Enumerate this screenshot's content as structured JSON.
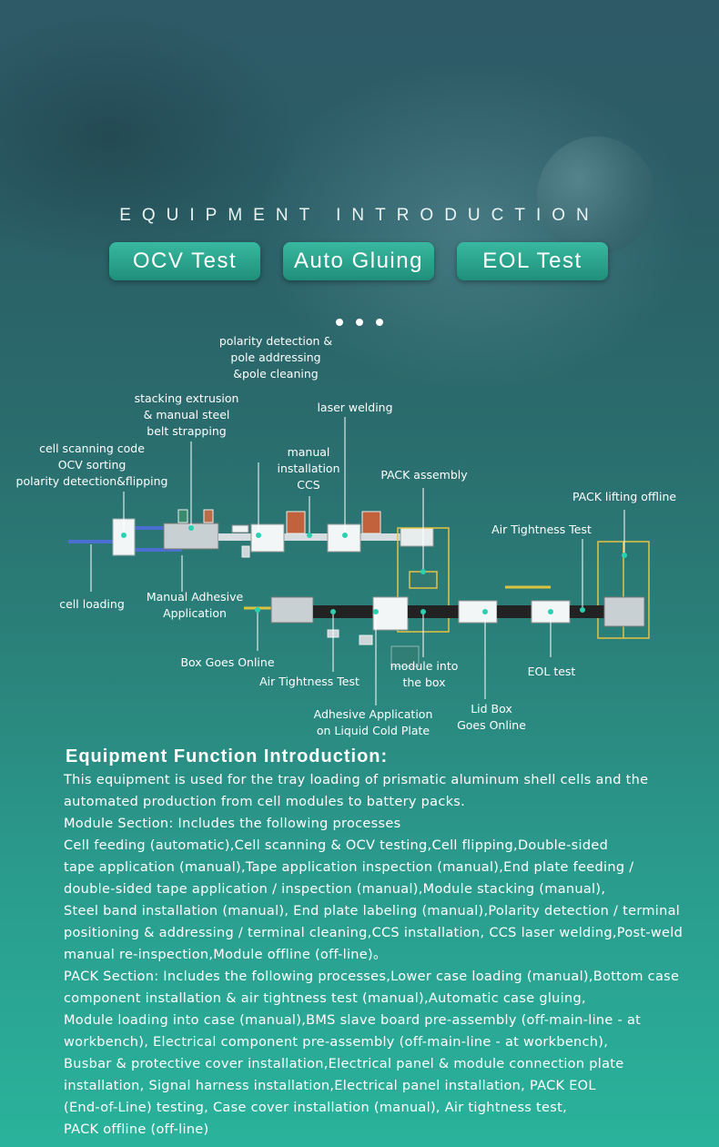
{
  "header": {
    "title": "EQUIPMENT INTRODUCTION",
    "buttons": [
      "OCV Test",
      "Auto Gluing",
      "EOL Test"
    ]
  },
  "diagram": {
    "labels": {
      "polarity_detection": "polarity detection &\npole addressing\n&pole cleaning",
      "stacking_extrusion": "stacking extrusion\n& manual steel\nbelt strapping",
      "laser_welding": "laser welding",
      "cell_scanning": "cell scanning code\nOCV sorting\npolarity detection&flipping",
      "manual_ccs": "manual\ninstallation\nCCS",
      "pack_assembly": "PACK assembly",
      "pack_lifting": "PACK lifting offline",
      "air_tightness_top": "Air Tightness Test",
      "cell_loading": "cell loading",
      "manual_adhesive": "Manual Adhesive\nApplication",
      "box_online": "Box Goes Online",
      "air_tightness_bottom": "Air Tightness Test",
      "module_into_box": "module into\nthe box",
      "eol_test": "EOL test",
      "adhesive_cold_plate": "Adhesive Application\non Liquid Cold Plate",
      "lid_box": "Lid Box\nGoes Online"
    }
  },
  "intro": {
    "title": "Equipment Function Introduction:",
    "lines": [
      "This equipment is used for the tray loading of prismatic aluminum shell cells and the",
      "automated production from cell modules to battery packs.",
      "Module Section: Includes the following processes",
      " Cell feeding (automatic),Cell scanning & OCV testing,Cell flipping,Double-sided",
      "tape application (manual),Tape application inspection (manual),End plate feeding /",
      "double-sided tape application / inspection (manual),Module stacking (manual),",
      " Steel band installation (manual), End plate labeling (manual),Polarity detection / terminal",
      "positioning & addressing / terminal cleaning,CCS installation, CCS laser welding,Post-weld",
      "manual re-inspection,Module offline (off-line)。",
      "PACK Section: Includes the following processes,Lower case loading (manual),Bottom case",
      "component installation & air tightness test (manual),Automatic case gluing,",
      "Module loading into case (manual),BMS slave board pre-assembly (off-main-line - at",
      "workbench), Electrical component pre-assembly (off-main-line - at workbench),",
      "Busbar & protective cover installation,Electrical panel & module connection plate",
      "installation, Signal harness installation,Electrical panel installation, PACK EOL",
      "(End-of-Line) testing, Case cover installation (manual), Air tightness test,",
      "PACK offline (off-line)"
    ]
  }
}
